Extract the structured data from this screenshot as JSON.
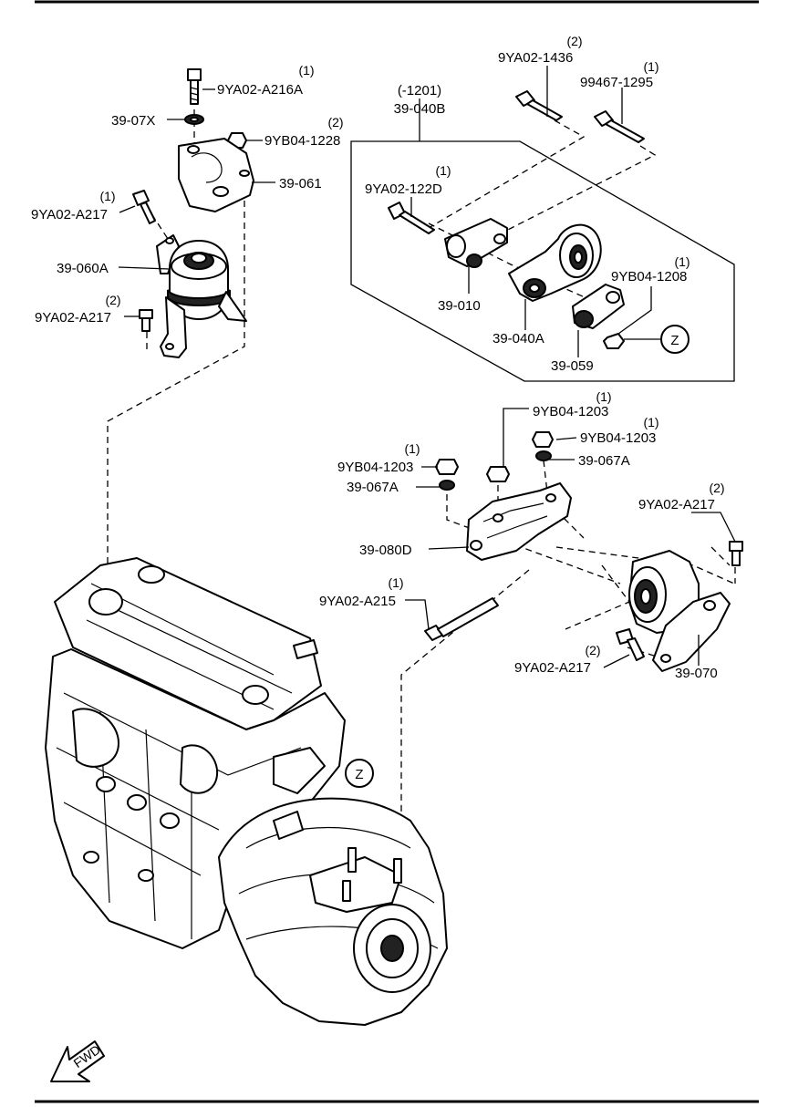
{
  "diagram": {
    "callouts": [
      {
        "id": "c1",
        "part": "9YA02-A216A",
        "qty": "(1)"
      },
      {
        "id": "c2",
        "part": "39-07X",
        "qty": ""
      },
      {
        "id": "c3",
        "part": "9YB04-1228",
        "qty": "(2)"
      },
      {
        "id": "c4",
        "part": "39-061",
        "qty": ""
      },
      {
        "id": "c5",
        "part": "9YA02-A217",
        "qty": "(1)"
      },
      {
        "id": "c6",
        "part": "39-060A",
        "qty": ""
      },
      {
        "id": "c7",
        "part": "9YA02-A217",
        "qty": "(2)"
      },
      {
        "id": "c8",
        "part": "39-040B",
        "qty": "(-1201)"
      },
      {
        "id": "c9",
        "part": "9YA02-1436",
        "qty": "(2)"
      },
      {
        "id": "c10",
        "part": "99467-1295",
        "qty": "(1)"
      },
      {
        "id": "c11",
        "part": "9YA02-122D",
        "qty": "(1)"
      },
      {
        "id": "c12",
        "part": "39-010",
        "qty": ""
      },
      {
        "id": "c13",
        "part": "9YB04-1208",
        "qty": "(1)"
      },
      {
        "id": "c14",
        "part": "39-040A",
        "qty": ""
      },
      {
        "id": "c15",
        "part": "39-059",
        "qty": ""
      },
      {
        "id": "c16",
        "part": "9YB04-1203",
        "qty": "(1)"
      },
      {
        "id": "c17",
        "part": "9YB04-1203",
        "qty": "(1)"
      },
      {
        "id": "c18",
        "part": "39-067A",
        "qty": ""
      },
      {
        "id": "c19",
        "part": "9YB04-1203",
        "qty": "(1)"
      },
      {
        "id": "c20",
        "part": "39-067A",
        "qty": ""
      },
      {
        "id": "c21",
        "part": "9YA02-A217",
        "qty": "(2)"
      },
      {
        "id": "c22",
        "part": "39-080D",
        "qty": ""
      },
      {
        "id": "c23",
        "part": "9YA02-A215",
        "qty": "(1)"
      },
      {
        "id": "c24",
        "part": "9YA02-A217",
        "qty": "(2)"
      },
      {
        "id": "c25",
        "part": "39-070",
        "qty": ""
      }
    ],
    "ref_markers": [
      "Z",
      "Z"
    ],
    "direction_label": "FWD"
  }
}
